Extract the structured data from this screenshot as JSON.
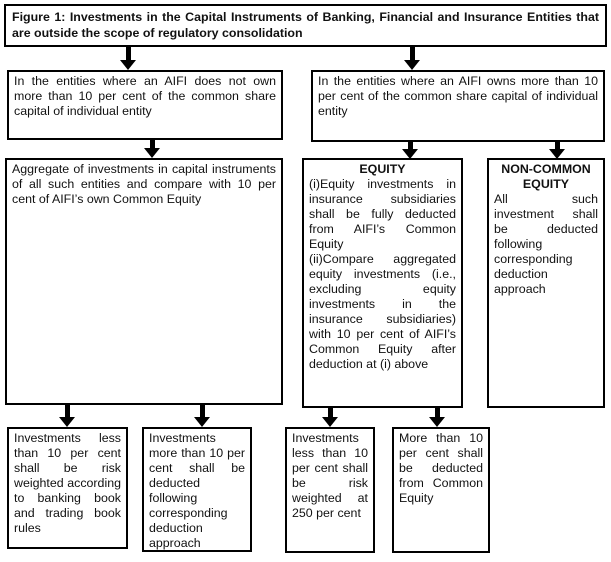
{
  "title": "Figure 1: Investments in the Capital Instruments of Banking, Financial and Insurance Entities that are outside the scope of regulatory consolidation",
  "branches": {
    "not_own": "In the entities where an AIFI does not own more than 10 per cent of the common share capital of individual entity",
    "owns": "In the entities where an AIFI owns more than 10 per cent of the common share capital of individual entity"
  },
  "middle": {
    "aggregate": "Aggregate of investments in capital instruments of all such entities and compare with 10 per cent of AIFI’s own Common Equity",
    "equity": {
      "heading": "EQUITY",
      "item_i": "(i)Equity investments in insurance subsidiaries shall be fully deducted from AIFI’s Common Equity",
      "item_ii": "(ii)Compare aggregated equity investments (i.e., excluding equity investments in the insurance subsidiaries) with 10 per cent of AIFI’s Common Equity after deduction at (i) above"
    },
    "non_common": {
      "heading": "NON-COMMON EQUITY",
      "body": "All such investment shall be deducted following corresponding deduction approach"
    }
  },
  "outcomes": {
    "banking_book": "Investments less than 10 per cent shall be risk weighted according to banking book and trading book rules",
    "corresponding_deduction": "Investments more than 10 per cent shall be deducted following corresponding deduction approach",
    "risk_weight_250": "Investments less than 10 per cent shall be risk weighted at 250 per cent",
    "deduct_common_equity": "More than 10 per cent shall be deducted from Common Equity"
  }
}
